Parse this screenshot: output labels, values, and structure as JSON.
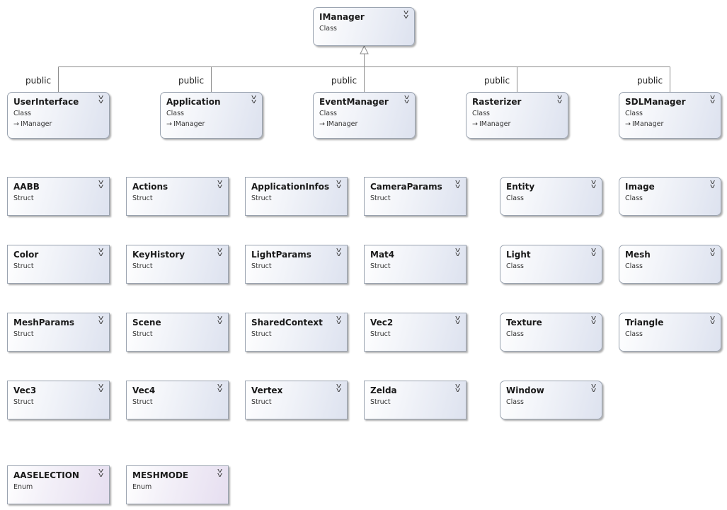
{
  "diagram": {
    "root": {
      "name": "IManager",
      "kind": "Class"
    },
    "relation_label": "public",
    "derived": [
      {
        "name": "UserInterface",
        "kind": "Class",
        "base": "IManager"
      },
      {
        "name": "Application",
        "kind": "Class",
        "base": "IManager"
      },
      {
        "name": "EventManager",
        "kind": "Class",
        "base": "IManager"
      },
      {
        "name": "Rasterizer",
        "kind": "Class",
        "base": "IManager"
      },
      {
        "name": "SDLManager",
        "kind": "Class",
        "base": "IManager"
      }
    ],
    "structs": [
      {
        "name": "AABB",
        "kind": "Struct"
      },
      {
        "name": "Actions",
        "kind": "Struct"
      },
      {
        "name": "ApplicationInfos",
        "kind": "Struct"
      },
      {
        "name": "CameraParams",
        "kind": "Struct"
      },
      {
        "name": "Color",
        "kind": "Struct"
      },
      {
        "name": "KeyHistory",
        "kind": "Struct"
      },
      {
        "name": "LightParams",
        "kind": "Struct"
      },
      {
        "name": "Mat4",
        "kind": "Struct"
      },
      {
        "name": "MeshParams",
        "kind": "Struct"
      },
      {
        "name": "Scene",
        "kind": "Struct"
      },
      {
        "name": "SharedContext",
        "kind": "Struct"
      },
      {
        "name": "Vec2",
        "kind": "Struct"
      },
      {
        "name": "Vec3",
        "kind": "Struct"
      },
      {
        "name": "Vec4",
        "kind": "Struct"
      },
      {
        "name": "Vertex",
        "kind": "Struct"
      },
      {
        "name": "Zelda",
        "kind": "Struct"
      }
    ],
    "classes": [
      {
        "name": "Entity",
        "kind": "Class"
      },
      {
        "name": "Image",
        "kind": "Class"
      },
      {
        "name": "Light",
        "kind": "Class"
      },
      {
        "name": "Mesh",
        "kind": "Class"
      },
      {
        "name": "Texture",
        "kind": "Class"
      },
      {
        "name": "Triangle",
        "kind": "Class"
      },
      {
        "name": "Window",
        "kind": "Class"
      }
    ],
    "enums": [
      {
        "name": "AASELECTION",
        "kind": "Enum"
      },
      {
        "name": "MESHMODE",
        "kind": "Enum"
      }
    ],
    "colors": {
      "box_border": "#9aa3b0",
      "box_gradient_end": "#dde2ef",
      "enum_gradient_end": "#e6def0",
      "edge": "#8c8c8c"
    },
    "icons": {
      "expand": "double-chevron-down-icon",
      "inherits": "arrow-right-icon"
    }
  }
}
